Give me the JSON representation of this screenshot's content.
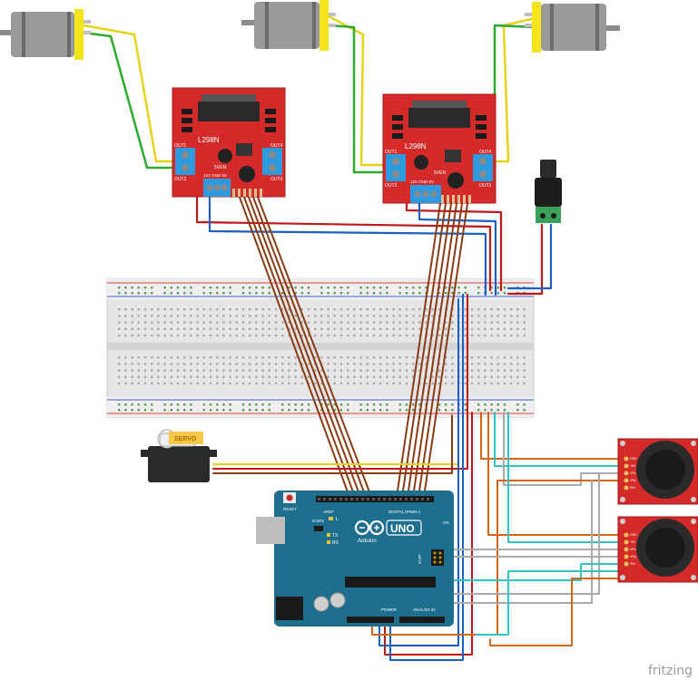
{
  "drivers": [
    {
      "model": "L298N",
      "out1": "OUT1",
      "out2": "OUT2",
      "out3": "OUT3",
      "out4": "OUT4",
      "venable": "5VEN",
      "power_row": "12V GND 5V"
    },
    {
      "model": "L298N",
      "out1": "OUT1",
      "out2": "OUT2",
      "out3": "OUT3",
      "out4": "OUT4",
      "venable": "5VEN",
      "power_row": "12V GND 5V"
    }
  ],
  "servo": {
    "label": "SERVO"
  },
  "arduino": {
    "brand": "Arduino",
    "model": "UNO",
    "reset": "RESET",
    "icsp2": "ICSP2",
    "icsp": "ICSP",
    "digital": "DIGITAL (PWM~)",
    "power": "POWER",
    "analog_in": "ANALOG IN",
    "aref": "AREF",
    "on": "ON",
    "l": "L",
    "tx": "TX",
    "rx": "RX"
  },
  "joysticks": [
    {
      "pins": [
        "GND",
        "+5V",
        "VRx",
        "VRy",
        "SW"
      ]
    },
    {
      "pins": [
        "GND",
        "+5V",
        "VRx",
        "VRy",
        "SW"
      ]
    }
  ],
  "watermark": "fritzing",
  "colors": {
    "pcb_red": "#d42a2a",
    "arduino_teal": "#1e6e8e",
    "wire_brown": "#8b3a12",
    "wire_red": "#c01818",
    "wire_blue": "#1d5fc4",
    "wire_green": "#2eaa2e",
    "wire_yellow": "#e7d21a",
    "wire_orange": "#d2661a",
    "wire_cyan": "#2ec4c4",
    "wire_gray": "#aaaaaa",
    "motor_yellow": "#f4e41c"
  }
}
